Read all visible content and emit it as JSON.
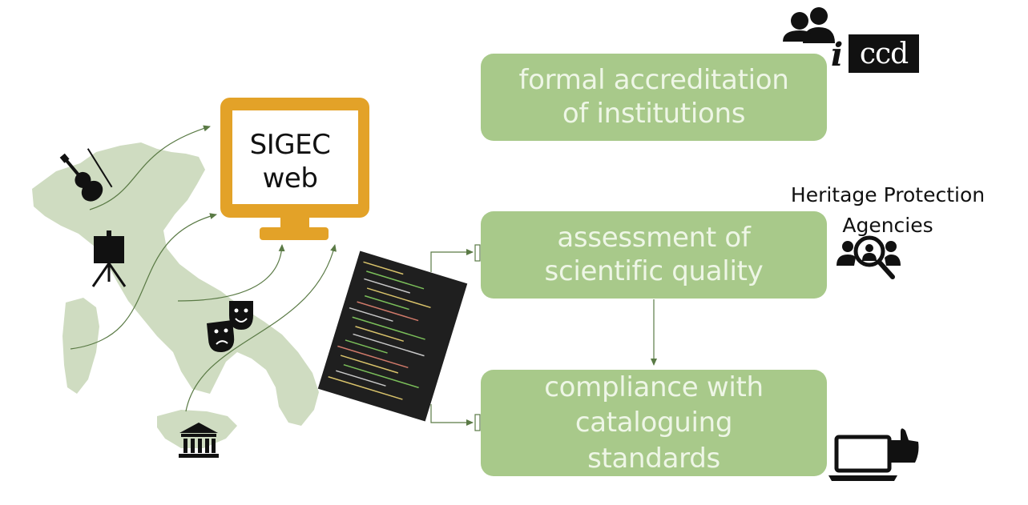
{
  "monitor": {
    "label": "SIGEC\nweb"
  },
  "process_steps": [
    {
      "label": "formal accreditation\nof institutions"
    },
    {
      "label": "assessment of\nscientific quality"
    },
    {
      "label": "compliance with\ncataloguing\nstandards"
    }
  ],
  "agency_label": "Heritage Protection\nAgencies",
  "logo": {
    "prefix": "i",
    "text": "ccd"
  },
  "icons": [
    "violin-icon",
    "easel-icon",
    "theater-masks-icon",
    "museum-icon",
    "users-icon",
    "search-people-icon",
    "laptop-thumbs-up-icon",
    "code-screen"
  ],
  "colors": {
    "map": "#cfdcc1",
    "box": "#a8c98a",
    "box_text": "#eef6e6",
    "arrow": "#5a7a45",
    "monitor": "#e3a228"
  }
}
